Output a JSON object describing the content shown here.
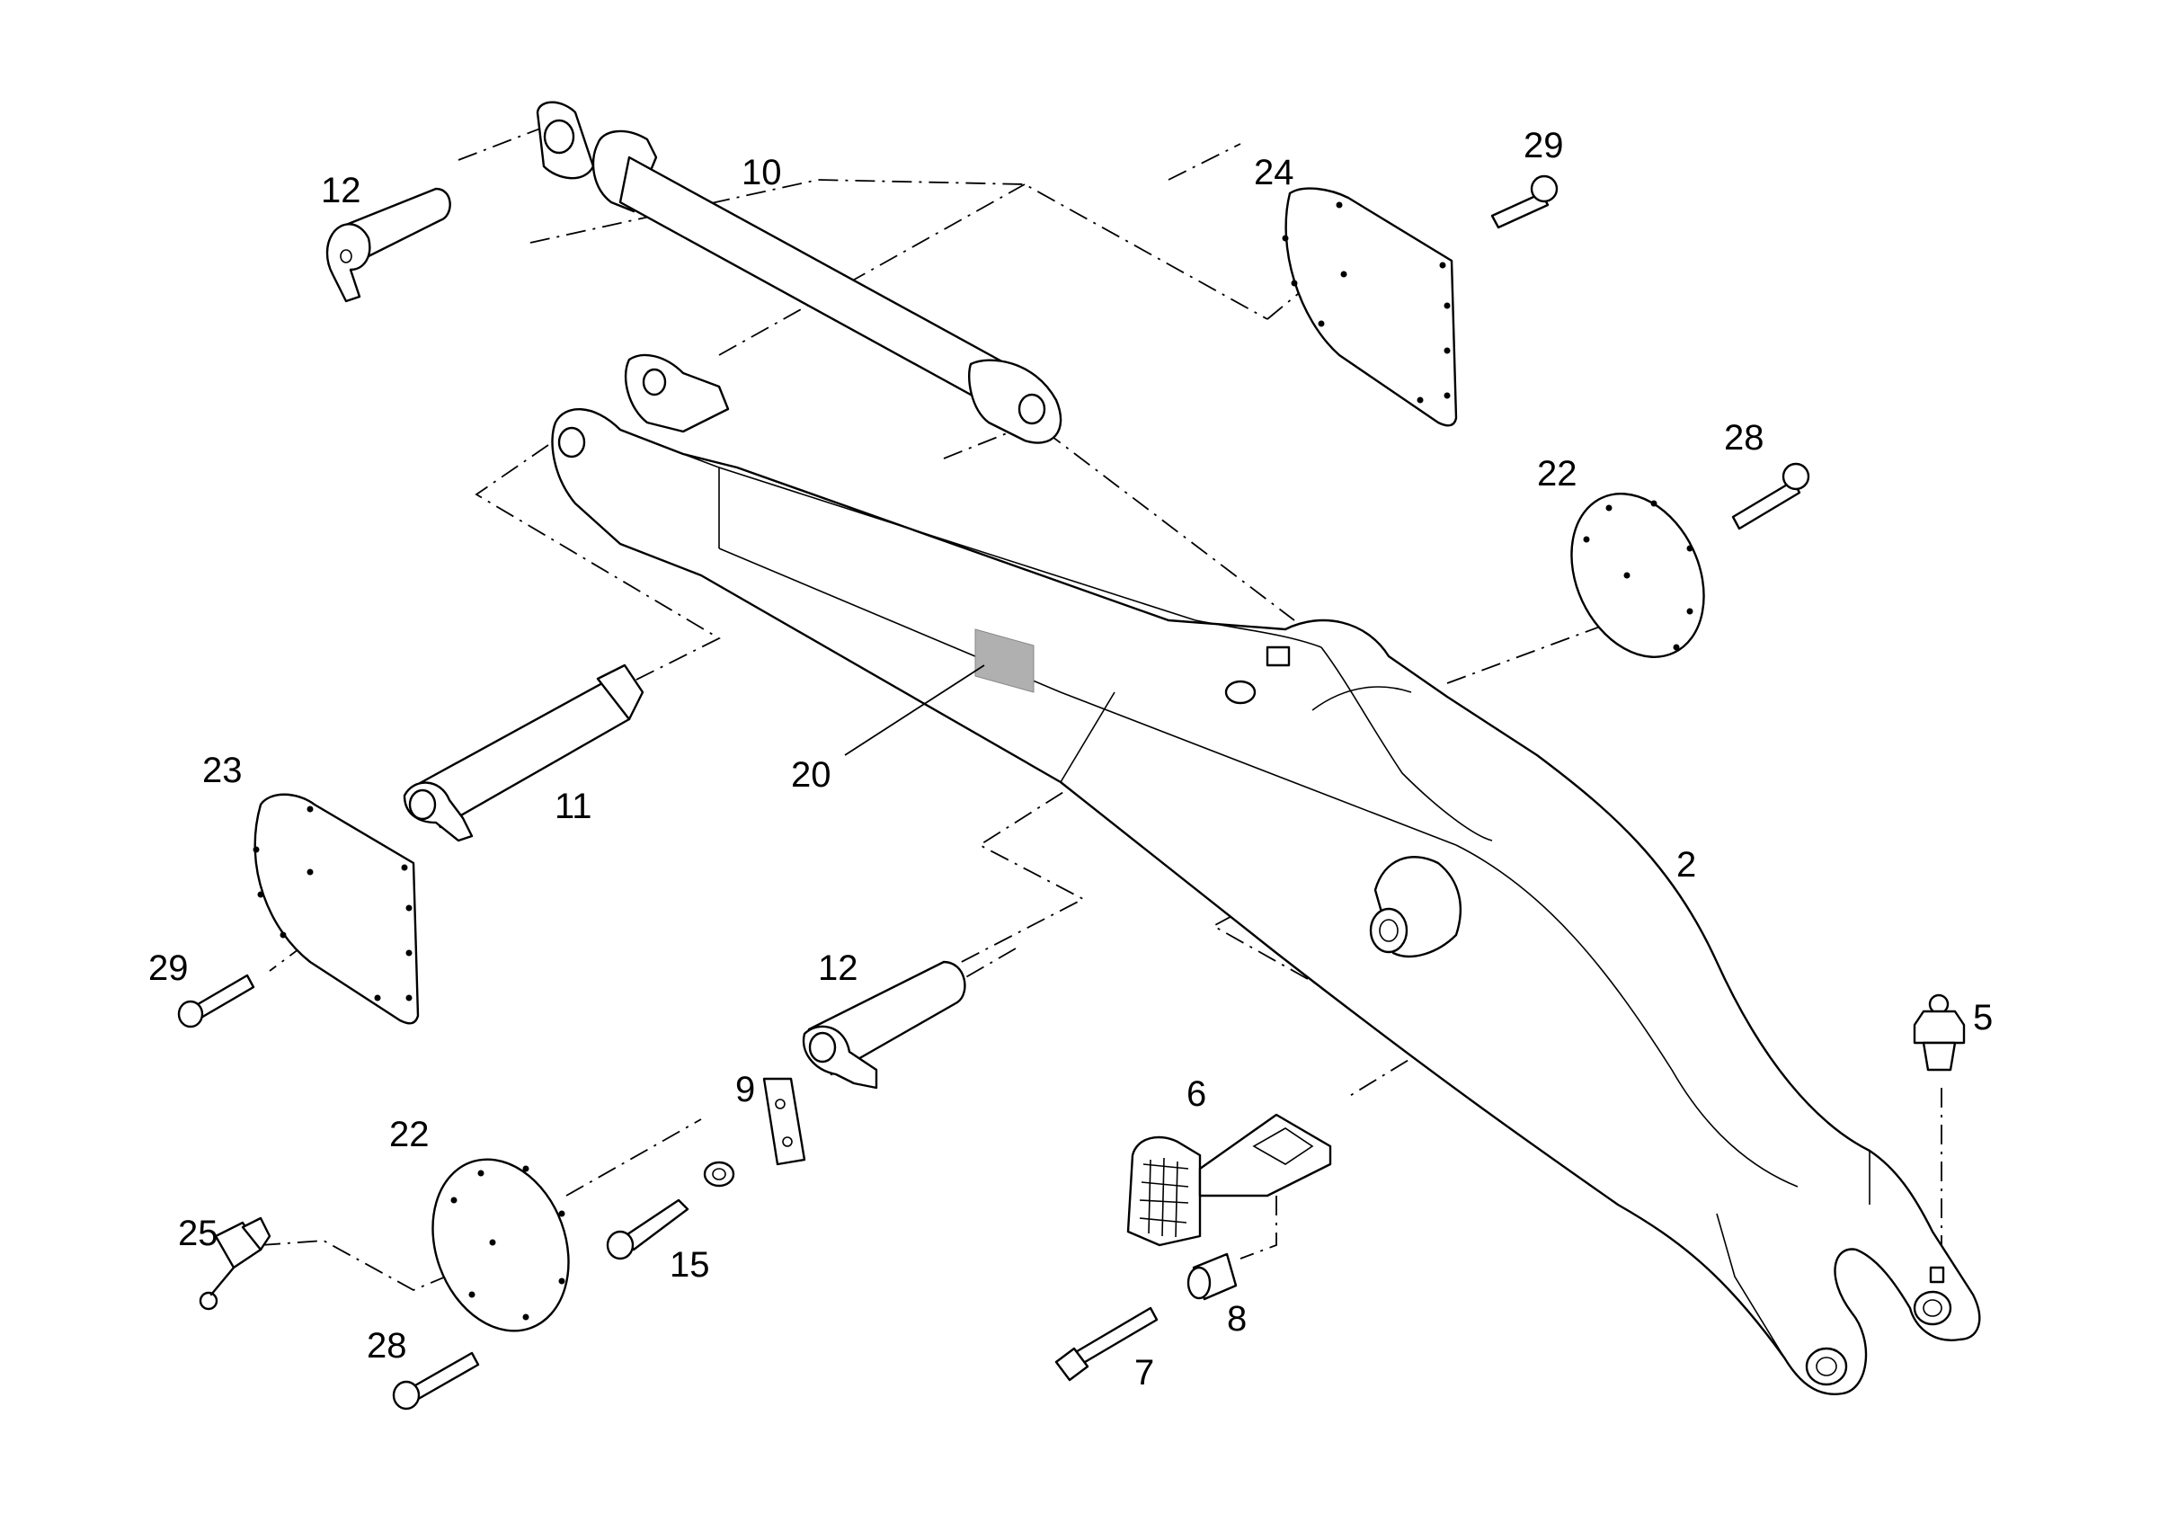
{
  "callouts": {
    "p2": "2",
    "p5": "5",
    "p6": "6",
    "p7": "7",
    "p8": "8",
    "p9": "9",
    "p10": "10",
    "p11": "11",
    "p12_top": "12",
    "p12_mid": "12",
    "p15": "15",
    "p20": "20",
    "p22_right": "22",
    "p22_left": "22",
    "p23": "23",
    "p24": "24",
    "p25": "25",
    "p28_right": "28",
    "p28_left": "28",
    "p29_top": "29",
    "p29_left": "29"
  },
  "colors": {
    "line": "#000000",
    "background": "#ffffff",
    "label_patch": "#b0b0b0"
  }
}
